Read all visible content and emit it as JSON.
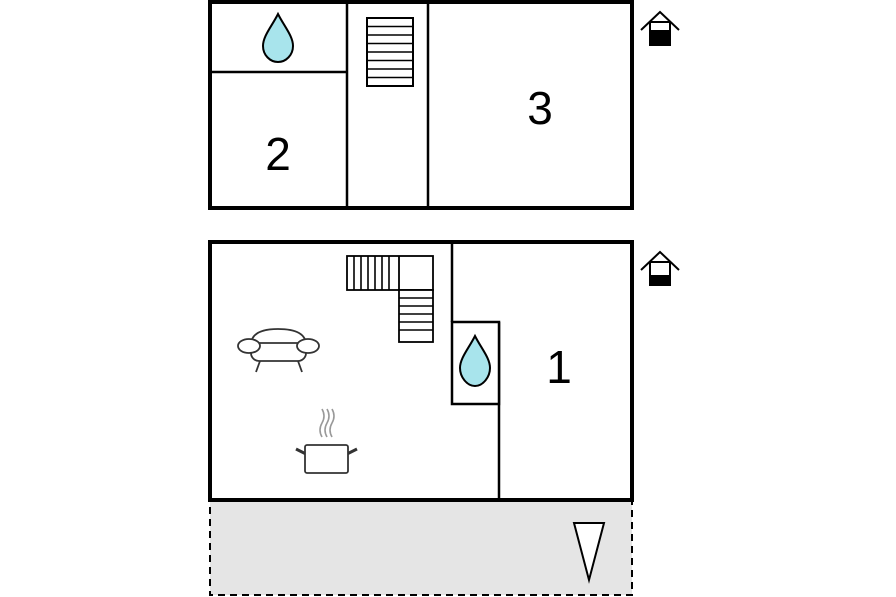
{
  "floors": [
    {
      "id": "upper",
      "rooms": [
        {
          "id": "bathroom-upper",
          "type": "bathroom",
          "label": ""
        },
        {
          "id": "bedroom-2",
          "type": "bedroom",
          "label": "2"
        },
        {
          "id": "stair-hall-upper",
          "type": "stairs",
          "label": ""
        },
        {
          "id": "bedroom-3",
          "type": "bedroom",
          "label": "3"
        }
      ],
      "level_icon": "house-upper-floor-icon"
    },
    {
      "id": "ground",
      "rooms": [
        {
          "id": "living-kitchen",
          "type": "living",
          "label": ""
        },
        {
          "id": "bathroom-ground",
          "type": "bathroom",
          "label": ""
        },
        {
          "id": "bedroom-1",
          "type": "bedroom",
          "label": "1"
        }
      ],
      "level_icon": "house-ground-floor-icon"
    }
  ],
  "outdoor": {
    "type": "terrace",
    "icon": "north-arrow-icon"
  },
  "icons": [
    "water-drop-icon",
    "stairs-icon",
    "sofa-icon",
    "cooking-pot-icon",
    "house-upper-floor-icon",
    "house-ground-floor-icon",
    "north-arrow-icon"
  ],
  "colors": {
    "wall": "#000000",
    "water": "#a8e4ec",
    "terrace": "#e5e5e5",
    "furniture": "#333333",
    "steam": "#999999"
  }
}
